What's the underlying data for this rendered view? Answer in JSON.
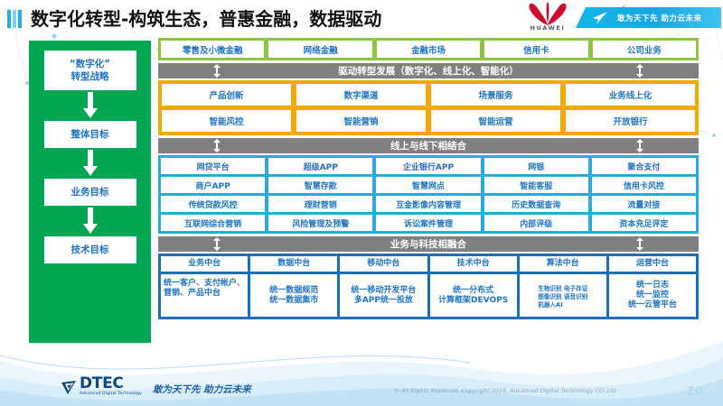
{
  "header": {
    "title": "数字化转型-构筑生态，普惠金融，数据驱动",
    "brand": "HUAWEI",
    "banner_slogan": "敢为天下先 助力云未来"
  },
  "sidebar": {
    "items": [
      {
        "label": "“数字化”\n转型战略"
      },
      {
        "label": "整体目标"
      },
      {
        "label": "业务目标"
      },
      {
        "label": "技术目标"
      }
    ]
  },
  "business_lines": {
    "items": [
      "零售及小微金融",
      "网络金融",
      "金融市场",
      "信用卡",
      "公司业务"
    ]
  },
  "sections": [
    {
      "id": "drive",
      "header": "驱动转型发展（数字化、线上化、智能化）",
      "rows": [
        [
          "产品创新",
          "数字渠道",
          "场景服务",
          "业务线上化"
        ],
        [
          "智能风控",
          "智能营销",
          "智能运营",
          "开放银行"
        ]
      ]
    },
    {
      "id": "online-offline",
      "header": "线上与线下相结合",
      "rows": [
        [
          "网贷平台",
          "超级APP",
          "企业银行APP",
          "网银",
          "聚合支付"
        ],
        [
          "商户APP",
          "智慧存款",
          "智慧网点",
          "智能客服",
          "信用卡风控"
        ],
        [
          "传统贷款风控",
          "理财营销",
          "互金影像内容管理",
          "历史数据查询",
          "流量对接"
        ],
        [
          "互联网综合营销",
          "风险管理及预警",
          "诉讼案件管理",
          "内部评级",
          "资本充足评定"
        ]
      ]
    },
    {
      "id": "business-tech",
      "header": "业务与科技相融合",
      "heads": [
        "业务中台",
        "数据中台",
        "移动中台",
        "技术中台",
        "算法中台",
        "运营中台"
      ],
      "bodies": [
        "统一客户、支付帐户、营销、产品中台",
        "统一数据规范\n统一数据集市",
        "统一移动开发平台\n多APP统一投放",
        "统一分布式\n计算框架DEVOPS",
        "生物识别 电子存证\n图像识别 语音识别\n机器人AI",
        "统一日志\n统一监控\n统一云管平台"
      ]
    }
  ],
  "footer": {
    "logo_text": "DTEC",
    "logo_sub": "Advanced Digital Technology",
    "slogan": "敢为天下先   助力云未来",
    "copyright": "© All Rights Reserved. Copyright 2019, Advanced Digital Technology CO.,Ltd",
    "page_number": "10"
  },
  "colors": {
    "green_sidebar": "#00A651",
    "green_bar": "#8DC63F",
    "orange": "#F5A800",
    "blue": "#29ABE2",
    "dark_blue": "#1B6FC0",
    "gray_bar": "#808080",
    "text_blue": "#1F74C4",
    "huawei_red": "#CF0A2C"
  }
}
